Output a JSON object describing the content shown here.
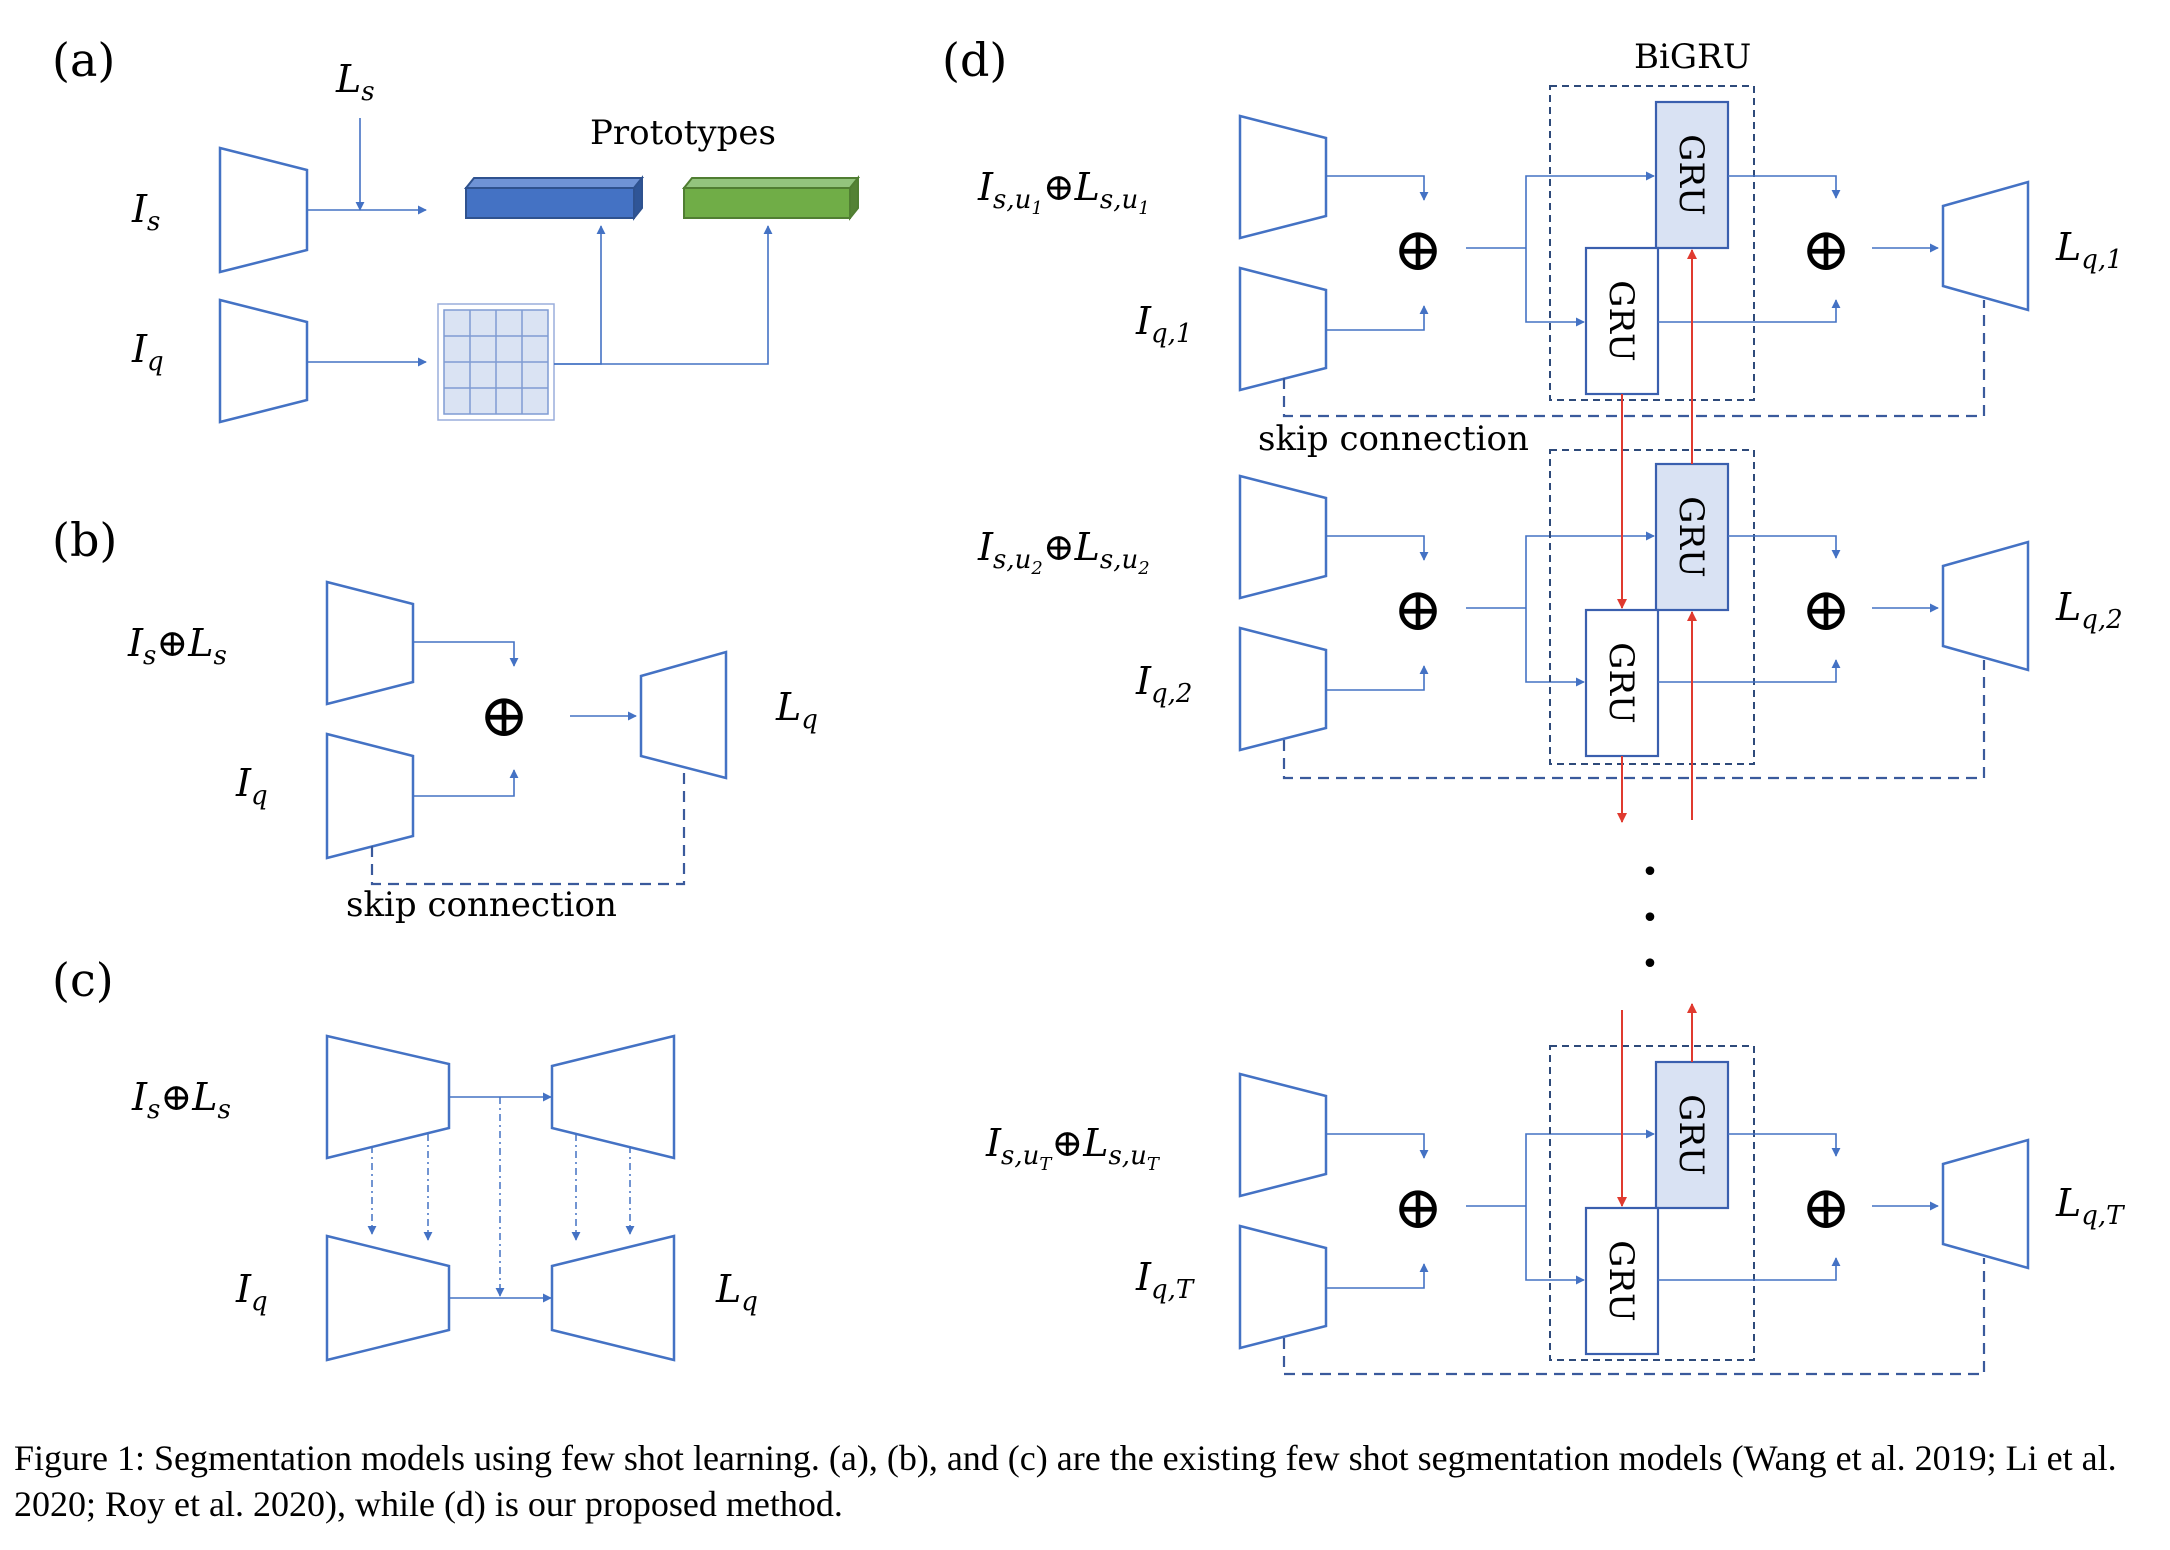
{
  "panels": {
    "a": {
      "label": "(a)",
      "support_mask": "L",
      "support_mask_sub": "s",
      "support_image": "I",
      "support_image_sub": "s",
      "query_image": "I",
      "query_image_sub": "q",
      "prototypes_label": "Prototypes"
    },
    "b": {
      "label": "(b)",
      "support_input": "I",
      "support_input_sub": "s",
      "support_oplus": "⊕",
      "support_input_2": "L",
      "support_input_2_sub": "s",
      "query_image": "I",
      "query_image_sub": "q",
      "output": "L",
      "output_sub": "q",
      "fuse": "⊕",
      "skip_label": "skip connection"
    },
    "c": {
      "label": "(c)",
      "support_input": "I",
      "support_input_sub": "s",
      "support_oplus": "⊕",
      "support_input_2": "L",
      "support_input_2_sub": "s",
      "query_image": "I",
      "query_image_sub": "q",
      "output": "L",
      "output_sub": "q"
    },
    "d": {
      "label": "(d)",
      "bigru_label": "BiGRU",
      "gru_label": "GRU",
      "fuse": "⊕",
      "skip_label": "skip connection",
      "ellipsis": [
        "•",
        "•",
        "•"
      ],
      "rows": [
        {
          "s_img": "I",
          "s_img_sub": "s,u",
          "s_img_subsub": "1",
          "oplus": "⊕",
          "s_lab": "L",
          "s_lab_sub": "s,u",
          "s_lab_subsub": "1",
          "q_img": "I",
          "q_img_sub": "q,1",
          "out": "L",
          "out_sub": "q,1"
        },
        {
          "s_img": "I",
          "s_img_sub": "s,u",
          "s_img_subsub": "2",
          "oplus": "⊕",
          "s_lab": "L",
          "s_lab_sub": "s,u",
          "s_lab_subsub": "2",
          "q_img": "I",
          "q_img_sub": "q,2",
          "out": "L",
          "out_sub": "q,2"
        },
        {
          "s_img": "I",
          "s_img_sub": "s,u",
          "s_img_subsub": "T",
          "oplus": "⊕",
          "s_lab": "L",
          "s_lab_sub": "s,u",
          "s_lab_subsub": "T",
          "q_img": "I",
          "q_img_sub": "q,T",
          "out": "L",
          "out_sub": "q,T"
        }
      ]
    }
  },
  "caption": {
    "text": "Figure 1: Segmentation models using few shot learning. (a), (b), and (c) are the existing few shot segmentation models (Wang et al. 2019; Li et al. 2020; Roy et al. 2020), while (d) is our proposed method."
  },
  "colors": {
    "encoder_stroke": "#4472c4",
    "prototype_blue": "#4472c4",
    "prototype_green": "#70ad47",
    "gru_fill": "#d9e2f3",
    "gru_backward_fill": "#ffffff",
    "bidirectional_arrow": "#e03a2f",
    "skip_dashed": "#3a5a9c"
  }
}
